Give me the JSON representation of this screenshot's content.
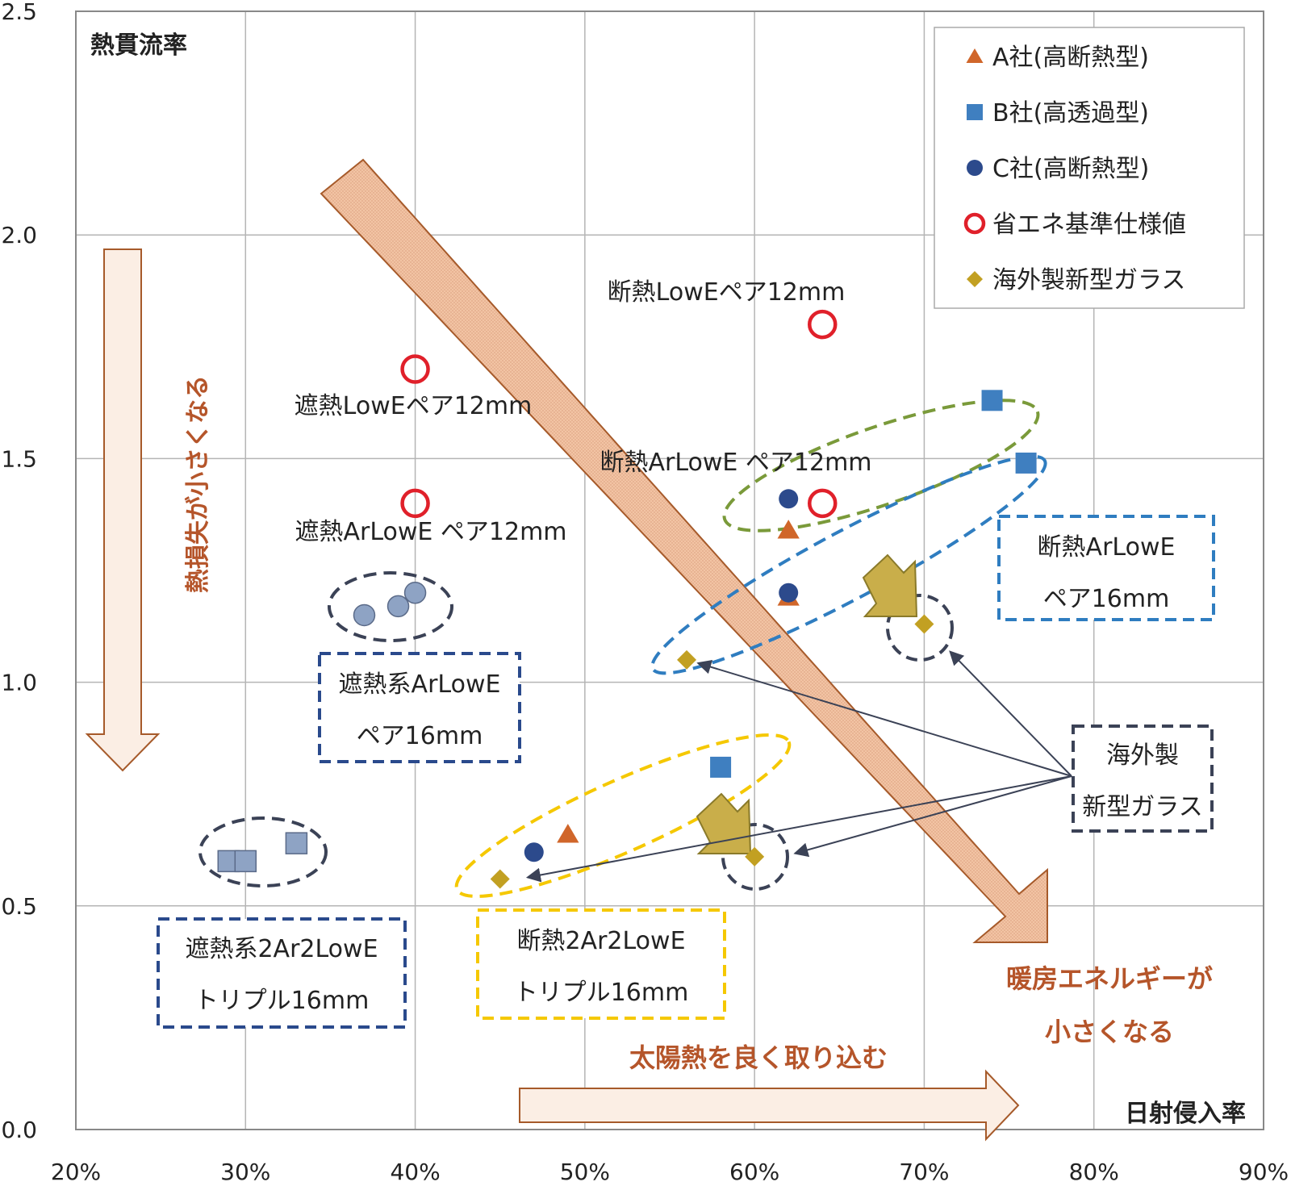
{
  "chart_data": {
    "type": "scatter",
    "title": "",
    "xlabel": "日射侵入率",
    "ylabel": "熱貫流率",
    "xlim": [
      0.2,
      0.9
    ],
    "ylim": [
      0,
      2.5
    ],
    "grid": true,
    "legend_position": "top-right",
    "x_ticks": [
      "20%",
      "30%",
      "40%",
      "50%",
      "60%",
      "70%",
      "80%",
      "90%"
    ],
    "y_ticks": [
      "0.0",
      "0.5",
      "1.0",
      "1.5",
      "2.0",
      "2.5"
    ],
    "series": [
      {
        "name": "A社(高断熱型)",
        "marker": "triangle",
        "color": "#d0662a",
        "points": [
          [
            0.62,
            1.34
          ],
          [
            0.62,
            1.19
          ],
          [
            0.49,
            0.66
          ]
        ]
      },
      {
        "name": "B社(高透過型)",
        "marker": "square",
        "color": "#3f7fc0",
        "points": [
          [
            0.74,
            1.63
          ],
          [
            0.76,
            1.49
          ],
          [
            0.58,
            0.81
          ]
        ]
      },
      {
        "name": "C社(高断熱型)",
        "marker": "circle",
        "color": "#2c4a8c",
        "points": [
          [
            0.62,
            1.41
          ],
          [
            0.62,
            1.2
          ],
          [
            0.47,
            0.62
          ]
        ]
      },
      {
        "name": "省エネ基準仕様値",
        "marker": "open-circle",
        "color": "#e0202a",
        "points": [
          [
            0.64,
            1.8
          ],
          [
            0.4,
            1.7
          ],
          [
            0.4,
            1.4
          ],
          [
            0.64,
            1.4
          ]
        ]
      },
      {
        "name": "海外製新型ガラス",
        "marker": "diamond",
        "color": "#c2a022",
        "points": [
          [
            0.56,
            1.05
          ],
          [
            0.7,
            1.13
          ],
          [
            0.45,
            0.56
          ],
          [
            0.6,
            0.61
          ]
        ]
      }
    ],
    "unlabeled_points": {
      "gray_circles": [
        [
          0.37,
          1.15
        ],
        [
          0.39,
          1.17
        ],
        [
          0.4,
          1.2
        ]
      ],
      "gray_squares": [
        [
          0.29,
          0.6
        ],
        [
          0.3,
          0.6
        ],
        [
          0.33,
          0.64
        ]
      ],
      "color": "#8ea3c4"
    },
    "annotations": {
      "p1": "断熱LowEペア12mm",
      "p2": "遮熱LowEペア12mm",
      "p3": "断熱ArLowE ペア12mm",
      "p4": "遮熱ArLowE ペア12mm",
      "box1": [
        "断熱ArLowE",
        "ペア16mm"
      ],
      "box2": [
        "遮熱系ArLowE",
        "ペア16mm"
      ],
      "box3": [
        "海外製",
        "新型ガラス"
      ],
      "box4": [
        "遮熱系2Ar2LowE",
        "トリプル16mm"
      ],
      "box5": [
        "断熱2Ar2LowE",
        "トリプル16mm"
      ],
      "arrow_down": "熱損失が小さくなる",
      "arrow_right": "太陽熱を良く取り込む",
      "arrow_diag": [
        "暖房エネルギーが",
        "小さくなる"
      ]
    },
    "colors": {
      "arrow_fill": "#f0c9a8",
      "arrow_stroke": "#a65a2a",
      "arrow_text": "#b5552a",
      "green_ellipse": "#7a9a3a",
      "blue_ellipse": "#2f7dc0",
      "yellow_ellipse": "#f5c800",
      "dark_box": "#3b4256",
      "navy_box": "#2a4a8c",
      "gold_arrow": "#c9ae4a"
    }
  }
}
